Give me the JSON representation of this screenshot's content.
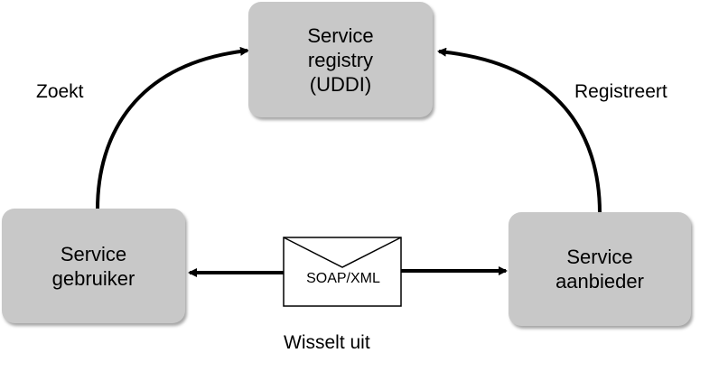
{
  "nodes": {
    "registry": {
      "line1": "Service",
      "line2": "registry",
      "line3": "(UDDI)"
    },
    "consumer": {
      "line1": "Service",
      "line2": "gebruiker"
    },
    "provider": {
      "line1": "Service",
      "line2": "aanbieder"
    }
  },
  "edges": {
    "finds": "Zoekt",
    "registers": "Registreert",
    "exchanges": "Wisselt uit"
  },
  "message": {
    "label": "SOAP/XML"
  },
  "colors": {
    "node_fill": "#c8c8c8",
    "line": "#000000"
  }
}
